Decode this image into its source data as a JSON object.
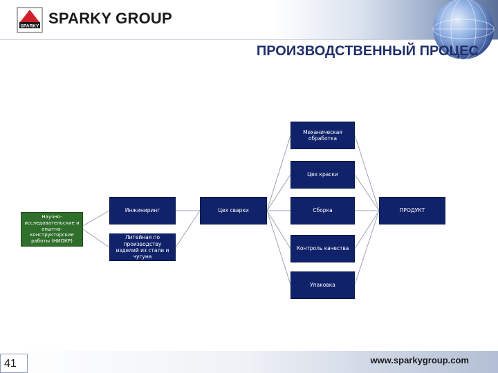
{
  "header": {
    "logo_text": "SPARKY",
    "brand": "SPARKY GROUP"
  },
  "title": "ПРОИЗВОДСТВЕННЫЙ ПРОЦЕС",
  "diagram": {
    "niokr": "Научно-исследовательские и опытно-конструкторские работы (НИОКР)",
    "engineering": "Инжиниринг",
    "foundry": "Литейная по производству изделий из стали и чугуна",
    "welding": "Цех сварки",
    "machining": "Механическая обработка",
    "painting": "Цех краски",
    "assembly": "Сборка",
    "quality": "Контроль качества",
    "packing": "Упаковка",
    "product": "ПРОДУКТ"
  },
  "footer": {
    "page_number": "41",
    "url": "www.sparkygroup.com"
  },
  "colors": {
    "box_blue": "#10226a",
    "box_green": "#2f6e2b",
    "title_blue": "#1f2f6b"
  }
}
